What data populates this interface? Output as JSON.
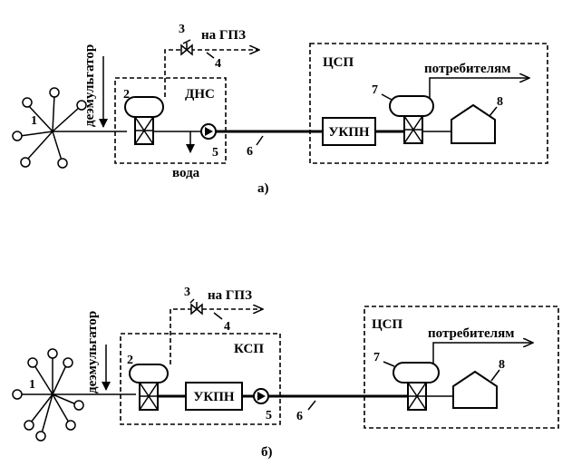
{
  "diagram_a": {
    "demulsifier": "деэмульгатор",
    "to_gpz": "на ГПЗ",
    "dns": "ДНС",
    "csp": "ЦСП",
    "to_consumers": "потребителям",
    "ukpn": "УКПН",
    "water": "вода",
    "caption": "а)",
    "n1": "1",
    "n2": "2",
    "n3": "3",
    "n4": "4",
    "n5": "5",
    "n6": "6",
    "n7": "7",
    "n8": "8"
  },
  "diagram_b": {
    "demulsifier": "деэмульгатор",
    "to_gpz": "на ГПЗ",
    "ksp": "КСП",
    "csp": "ЦСП",
    "to_consumers": "потребителям",
    "ukpn": "УКПН",
    "caption": "б)",
    "n1": "1",
    "n2": "2",
    "n3": "3",
    "n4": "4",
    "n5": "5",
    "n6": "6",
    "n7": "7",
    "n8": "8"
  }
}
